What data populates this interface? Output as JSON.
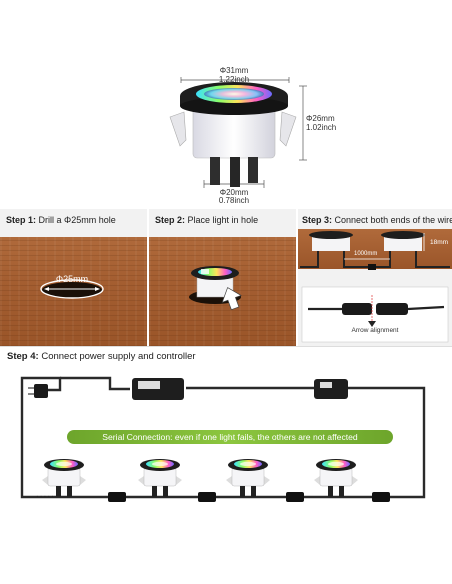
{
  "top_dimensions": {
    "top_diameter_mm": "Φ31mm",
    "top_diameter_in": "1.22inch",
    "height_mm": "Φ26mm",
    "height_in": "1.02inch",
    "bottom_diameter_mm": "Φ20mm",
    "bottom_diameter_in": "0.78inch"
  },
  "step1": {
    "prefix": "Step 1:",
    "text": "Drill a Φ25mm  hole",
    "hole_label": "Φ25mm"
  },
  "step2": {
    "prefix": "Step 2:",
    "text": "Place light in hole"
  },
  "step3": {
    "prefix": "Step 3:",
    "text": "Connect both ends of the wire",
    "depth_label": "18mm",
    "length_label": "1000mm",
    "caption": "Arrow alignment"
  },
  "step4": {
    "prefix": "Step 4:",
    "text": "Connect power supply and controller",
    "serial_note": "Serial Connection: even if one light fails, the others are not affected",
    "ellipsis": "......"
  },
  "colors": {
    "banner_green": "#7cb93a",
    "cable": "#2a2a2a",
    "wood": "#a45e31"
  }
}
